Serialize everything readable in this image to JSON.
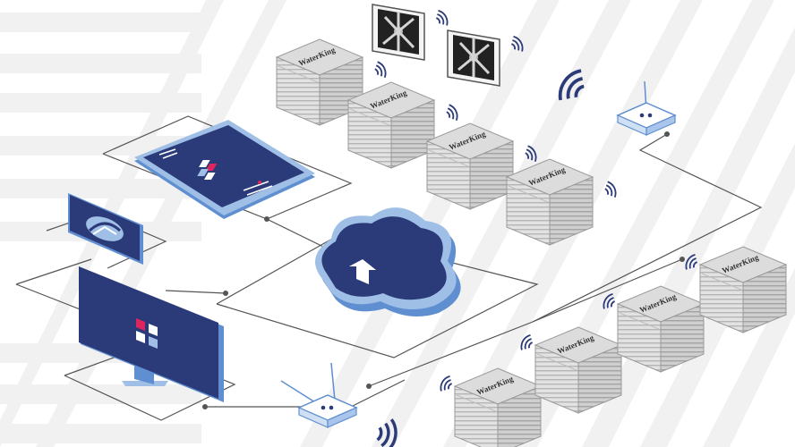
{
  "brand": {
    "unit_label": "WaterKing",
    "colors": {
      "navy": "#2b3a78",
      "light_blue": "#9fbfe6",
      "mid_blue": "#5f8fd0",
      "accent_pink": "#e0245e",
      "unit_gray": "#d9d9d9",
      "line_gray": "#555555",
      "stripe": "#f1f1f1"
    }
  },
  "diagram": {
    "nodes": [
      {
        "id": "exhaust-fan-1",
        "icon": "fan-icon"
      },
      {
        "id": "exhaust-fan-2",
        "icon": "fan-icon"
      },
      {
        "id": "cooler-unit-1",
        "icon": "evaporative-cooler-icon"
      },
      {
        "id": "cooler-unit-2",
        "icon": "evaporative-cooler-icon"
      },
      {
        "id": "cooler-unit-3",
        "icon": "evaporative-cooler-icon"
      },
      {
        "id": "cooler-unit-4",
        "icon": "evaporative-cooler-icon"
      },
      {
        "id": "cooler-unit-5",
        "icon": "evaporative-cooler-icon"
      },
      {
        "id": "cooler-unit-6",
        "icon": "evaporative-cooler-icon"
      },
      {
        "id": "cooler-unit-7",
        "icon": "evaporative-cooler-icon"
      },
      {
        "id": "cooler-unit-8",
        "icon": "evaporative-cooler-icon"
      },
      {
        "id": "router-top",
        "icon": "wifi-router-icon"
      },
      {
        "id": "router-bottom",
        "icon": "wifi-router-icon"
      },
      {
        "id": "cloud",
        "icon": "cloud-upload-icon"
      },
      {
        "id": "tablet",
        "icon": "tablet-app-icon"
      },
      {
        "id": "control-panel",
        "icon": "control-panel-icon"
      },
      {
        "id": "monitor",
        "icon": "desktop-monitor-icon"
      }
    ]
  }
}
